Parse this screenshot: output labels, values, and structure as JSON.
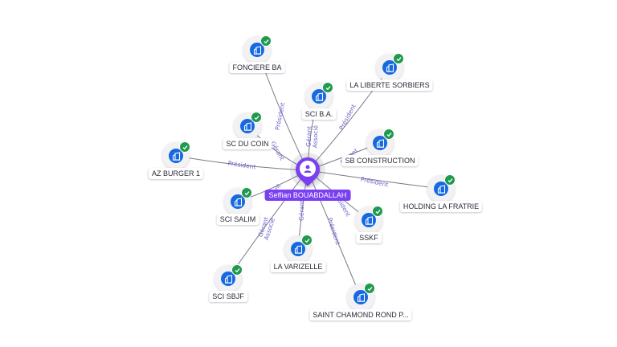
{
  "center": {
    "name": "Seffian BOUABDALLAH",
    "icon": "person-icon",
    "color": "#7b3ff2"
  },
  "companies": [
    {
      "id": "fonciere-ba",
      "label": "FONCIERE BA",
      "icon": "building-icon",
      "verified": true,
      "relations": [
        "Président"
      ]
    },
    {
      "id": "sci-ba",
      "label": "SCI B.A.",
      "icon": "building-icon",
      "verified": true,
      "relations": [
        "Gérant",
        "Associé"
      ]
    },
    {
      "id": "la-liberte-sorbiers",
      "label": "LA LIBERTE SORBIERS",
      "icon": "building-icon",
      "verified": true,
      "relations": [
        "Président"
      ]
    },
    {
      "id": "sc-du-coin",
      "label": "SC DU COIN",
      "icon": "building-icon",
      "verified": true,
      "relations": [
        "Gérant"
      ]
    },
    {
      "id": "sb-construction",
      "label": "SB CONSTRUCTION",
      "icon": "building-icon",
      "verified": true,
      "relations": [
        "Gérant"
      ]
    },
    {
      "id": "az-burger-1",
      "label": "AZ BURGER 1",
      "icon": "building-icon",
      "verified": true,
      "relations": [
        "Président"
      ]
    },
    {
      "id": "holding-la-fratrie",
      "label": "HOLDING LA FRATRIE",
      "icon": "building-icon",
      "verified": true,
      "relations": [
        "Président"
      ]
    },
    {
      "id": "sci-salim",
      "label": "SCI SALIM",
      "icon": "building-icon",
      "verified": true,
      "relations": [
        "Gérant"
      ]
    },
    {
      "id": "sskf",
      "label": "SSKF",
      "icon": "building-icon",
      "verified": true,
      "relations": [
        "Président"
      ]
    },
    {
      "id": "la-varizelle",
      "label": "LA VARIZELLE",
      "icon": "building-icon",
      "verified": true,
      "relations": [
        "Gérant"
      ]
    },
    {
      "id": "sci-sbjf",
      "label": "SCI SBJF",
      "icon": "building-icon",
      "verified": true,
      "relations": [
        "Gérant",
        "Associé"
      ]
    },
    {
      "id": "saint-chamond-rond-p",
      "label": "SAINT CHAMOND ROND P...",
      "icon": "building-icon",
      "verified": true,
      "relations": [
        "Président"
      ]
    }
  ],
  "colors": {
    "company": "#1769e0",
    "verified": "#1f9a4e",
    "relation_text": "#6b63c9"
  }
}
